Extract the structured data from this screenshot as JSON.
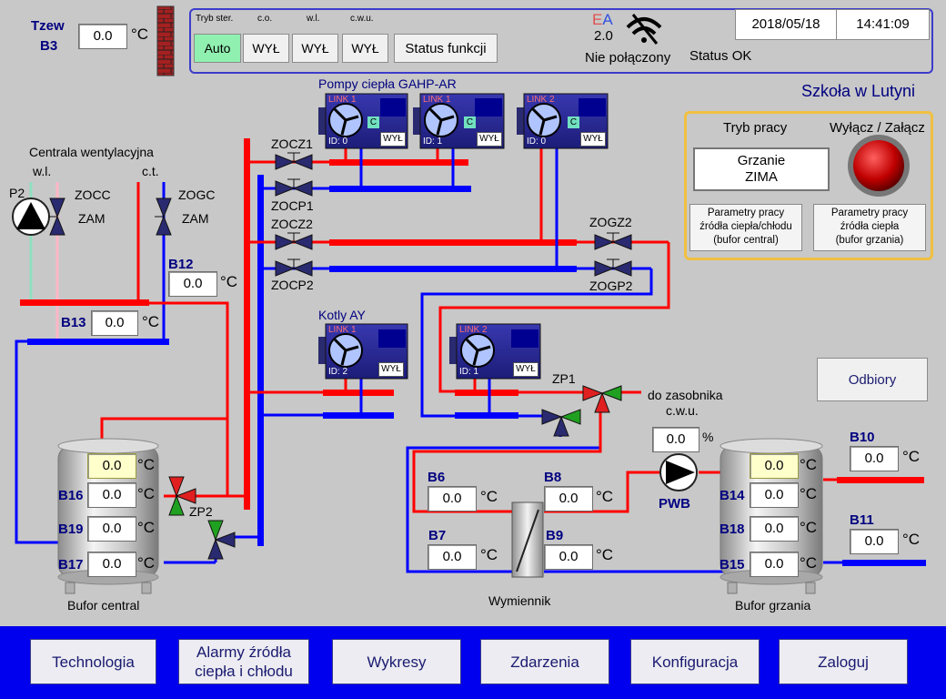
{
  "tzew": {
    "label_1": "Tzew",
    "label_2": "B3",
    "value": "0.0",
    "unit": "°C"
  },
  "control": {
    "tryb_label": "Tryb ster.",
    "co_label": "c.o.",
    "wl_label": "w.l.",
    "cwu_label": "c.w.u.",
    "auto_label": "Auto",
    "co_state": "WYŁ",
    "wl_state": "WYŁ",
    "cwu_state": "WYŁ",
    "status_button": "Status funkcji"
  },
  "connection": {
    "logo_e": "E",
    "logo_a": "A",
    "version": "2.0",
    "status": "Nie połączony",
    "system_status": "Status OK"
  },
  "datetime": {
    "date": "2018/05/18",
    "time": "14:41:09"
  },
  "site_name": "Szkoła w Lutyni",
  "mode_panel": {
    "tryb_pracy_label": "Tryb pracy",
    "onoff_label": "Wyłącz / Załącz",
    "mode_value_1": "Grzanie",
    "mode_value_2": "ZIMA",
    "params_central_1": "Parametry pracy",
    "params_central_2": "źródła ciepła/chłodu",
    "params_central_3": "(bufor central)",
    "params_heating_1": "Parametry pracy",
    "params_heating_2": "źródła ciepła",
    "params_heating_3": "(bufor grzania)"
  },
  "odbiory_button": "Odbiory",
  "heat_pumps": {
    "title": "Pompy ciepła GAHP-AR",
    "units": [
      {
        "link": "LINK 1",
        "id": "ID: 0",
        "badge": "C",
        "state": "WYŁ"
      },
      {
        "link": "LINK 1",
        "id": "ID: 1",
        "badge": "C",
        "state": "WYŁ"
      },
      {
        "link": "LINK 2",
        "id": "ID: 0",
        "badge": "C",
        "state": "WYŁ"
      }
    ]
  },
  "boilers": {
    "title": "Kotly AY",
    "units": [
      {
        "link": "LINK 1",
        "id": "ID: 2",
        "state": "WYŁ"
      },
      {
        "link": "LINK 2",
        "id": "ID: 1",
        "state": "WYŁ"
      }
    ]
  },
  "valves": {
    "zocz1": "ZOCZ1",
    "zocp1": "ZOCP1",
    "zocz2": "ZOCZ2",
    "zocp2": "ZOCP2",
    "zogz2": "ZOGZ2",
    "zogp2": "ZOGP2",
    "zp1": "ZP1",
    "zp2": "ZP2"
  },
  "ventilation": {
    "title": "Centrala wentylacyjna",
    "wl": "w.l.",
    "ct": "c.t.",
    "p2": "P2",
    "zocc": "ZOCC",
    "zogc": "ZOGC",
    "zam_1": "ZAM",
    "zam_2": "ZAM"
  },
  "sensors": {
    "b12": {
      "label": "B12",
      "value": "0.0",
      "unit": "°C"
    },
    "b13": {
      "label": "B13",
      "value": "0.0",
      "unit": "°C"
    },
    "b16": {
      "label": "B16",
      "value": "0.0",
      "unit": "°C"
    },
    "b19": {
      "label": "B19",
      "value": "0.0",
      "unit": "°C"
    },
    "b17": {
      "label": "B17",
      "value": "0.0",
      "unit": "°C"
    },
    "central_top": {
      "value": "0.0",
      "unit": "°C"
    },
    "b6": {
      "label": "B6",
      "value": "0.0",
      "unit": "°C"
    },
    "b8": {
      "label": "B8",
      "value": "0.0",
      "unit": "°C"
    },
    "b7": {
      "label": "B7",
      "value": "0.0",
      "unit": "°C"
    },
    "b9": {
      "label": "B9",
      "value": "0.0",
      "unit": "°C"
    },
    "heating_top": {
      "value": "0.0",
      "unit": "°C"
    },
    "b14": {
      "label": "B14",
      "value": "0.0",
      "unit": "°C"
    },
    "b18": {
      "label": "B18",
      "value": "0.0",
      "unit": "°C"
    },
    "b15": {
      "label": "B15",
      "value": "0.0",
      "unit": "°C"
    },
    "b10": {
      "label": "B10",
      "value": "0.0",
      "unit": "°C"
    },
    "b11": {
      "label": "B11",
      "value": "0.0",
      "unit": "°C"
    }
  },
  "pwb": {
    "label": "PWB",
    "value": "0.0",
    "unit": "%"
  },
  "dhw": {
    "line1": "do zasobnika",
    "line2": "c.w.u."
  },
  "tanks": {
    "central": "Bufor central",
    "heating": "Bufor grzania",
    "exchanger": "Wymiennik"
  },
  "nav": {
    "technologia": "Technologia",
    "alarmy_1": "Alarmy źródła",
    "alarmy_2": "ciepła i chłodu",
    "wykresy": "Wykresy",
    "zdarzenia": "Zdarzenia",
    "konfiguracja": "Konfiguracja",
    "zaloguj": "Zaloguj"
  },
  "colors": {
    "supply": "#ff0000",
    "return": "#0000ff",
    "nav_bar": "#0000ee",
    "mode_frame": "#f0c040"
  }
}
